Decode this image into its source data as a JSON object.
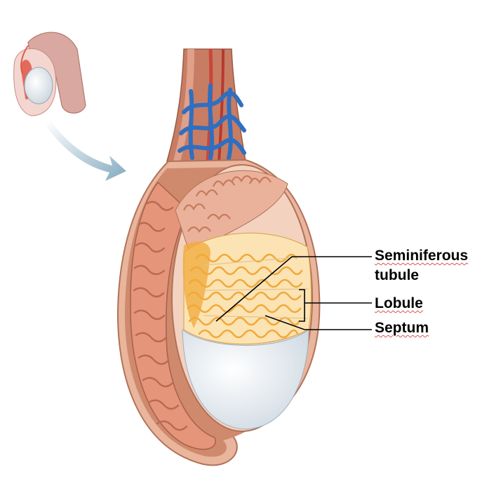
{
  "labels": {
    "seminiferous_line1": "Seminiferous",
    "seminiferous_line2": "tubule",
    "lobule": "Lobule",
    "septum": "Septum"
  },
  "colors": {
    "skin": "#d9a08c",
    "epididymis": "#e4957a",
    "tubule": "#f2b84a",
    "vein": "#2f6fc0",
    "artery": "#c9463a",
    "tunica": "#e9eef3",
    "arrow": "#8fb0c4"
  }
}
